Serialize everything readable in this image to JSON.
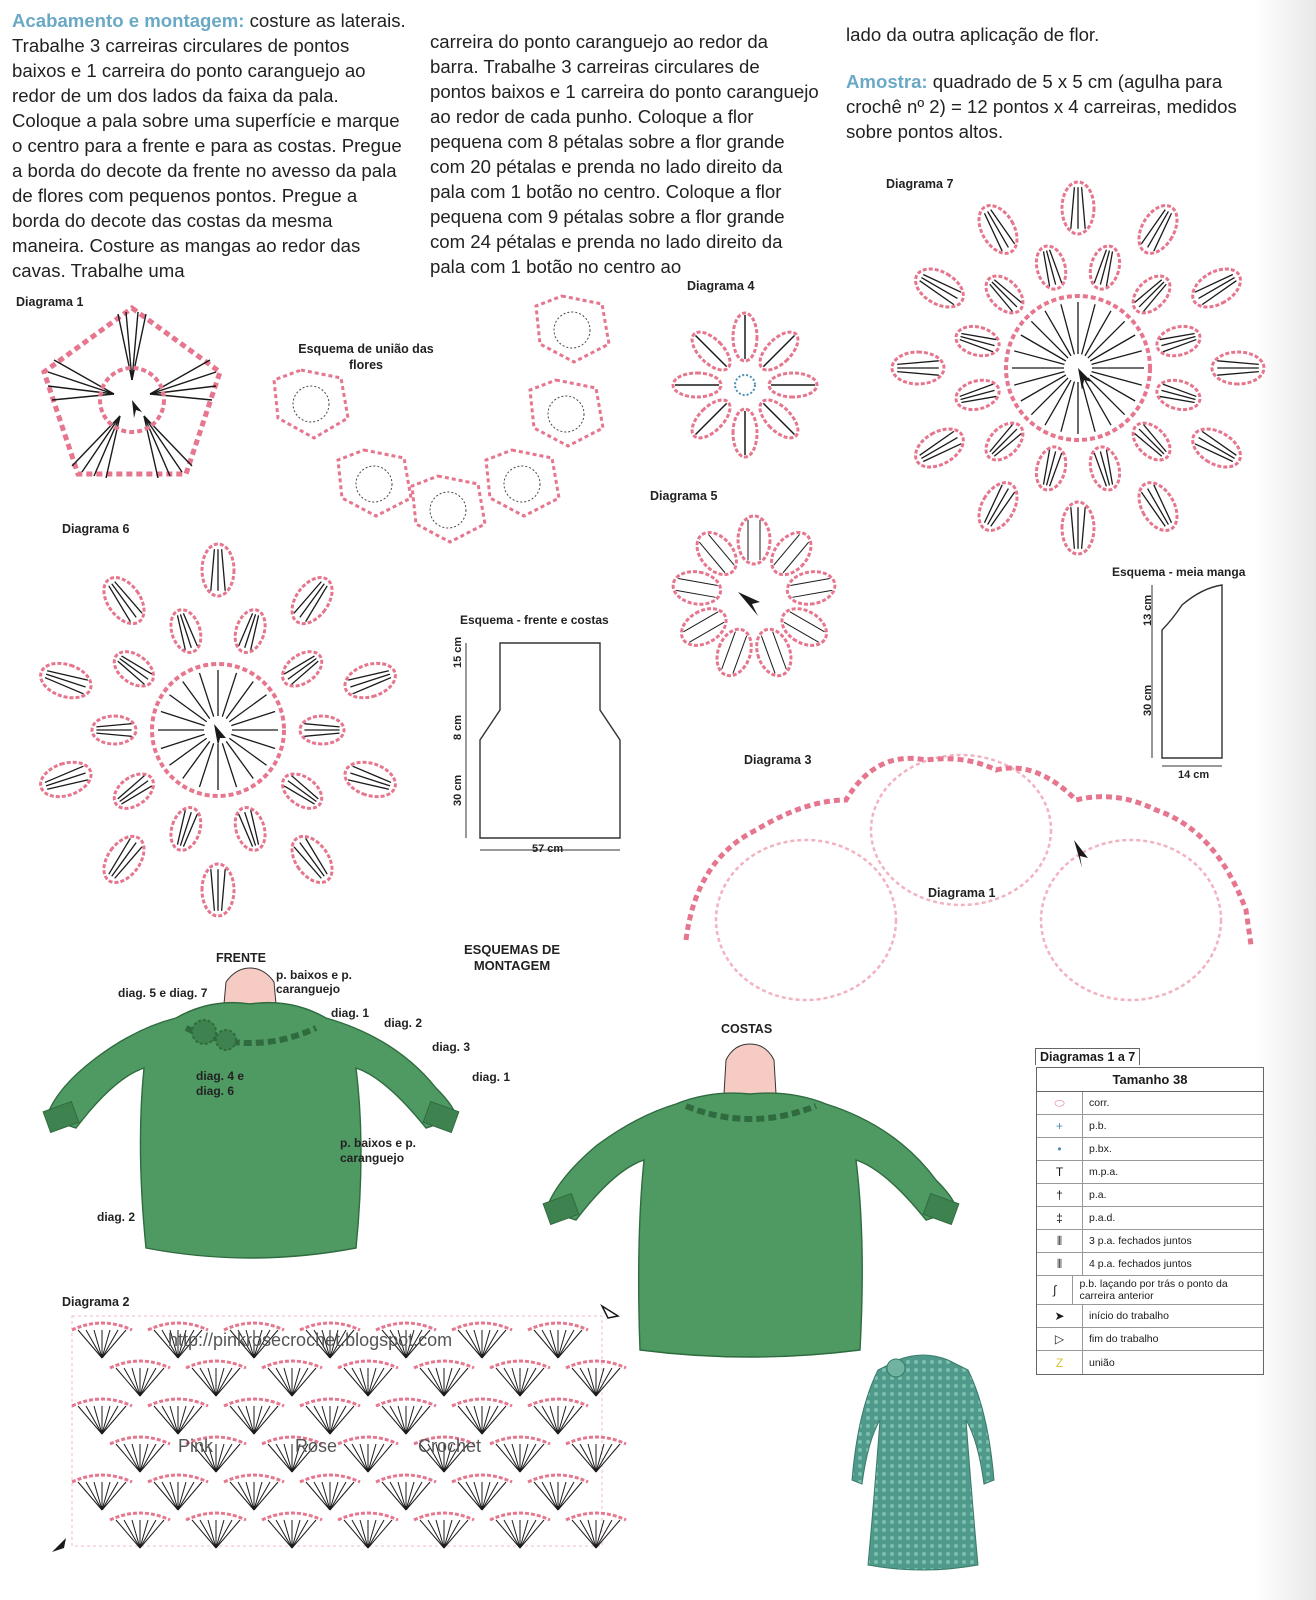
{
  "text": {
    "col1_head": "Acabamento e montagem:",
    "col1_body": " costure as laterais. Trabalhe 3 carreiras circulares de pontos baixos e 1 carreira do ponto caranguejo ao redor de um dos lados da faixa da pala. Coloque a pala sobre uma superfície e marque o centro para a frente e para as costas. Pregue a borda do decote da frente no avesso da pala de flores com pequenos pontos. Pregue a borda do decote das costas da mesma maneira. Costure as mangas ao redor das cavas. Trabalhe uma",
    "col2_body": "carreira do ponto caranguejo ao redor da barra. Trabalhe 3 carreiras circulares de pontos baixos e 1 carreira do ponto caranguejo ao redor de cada punho. Coloque a flor pequena com 8 pétalas sobre a flor grande com 20 pétalas e prenda no lado direito da pala com 1 botão no centro. Coloque a flor pequena com 9 pétalas sobre a flor grande com 24 pétalas e prenda no lado direito da pala com 1 botão no centro ao",
    "col3_body": "lado da outra aplicação de flor.",
    "col3_head": "Amostra:",
    "col3_sample": " quadrado de 5 x 5 cm (agulha para crochê nº 2) = 12 pontos x 4 carreiras, medidos sobre pontos altos."
  },
  "diagrams": {
    "d1": "Diagrama 1",
    "union": "Esquema de união das flores",
    "d4": "Diagrama 4",
    "d7": "Diagrama 7",
    "d5": "Diagrama 5",
    "d6": "Diagrama 6",
    "d3": "Diagrama 3",
    "d3_inner": "Diagrama 1",
    "d2": "Diagrama 2",
    "fc": "Esquema - frente e costas",
    "mm": "Esquema - meia manga",
    "montagem": "ESQUEMAS DE MONTAGEM"
  },
  "dims": {
    "fc_15": "15 cm",
    "fc_8": "8 cm",
    "fc_30": "30 cm",
    "fc_57": "57 cm",
    "mm_13": "13 cm",
    "mm_30": "30 cm",
    "mm_14": "14 cm"
  },
  "figures": {
    "frente": "FRENTE",
    "costas": "COSTAS",
    "a_pbaixos": "p. baixos e p. caranguejo",
    "a_d57": "diag. 5 e diag. 7",
    "a_d1": "diag. 1",
    "a_d2": "diag. 2",
    "a_d3": "diag. 3",
    "a_d1b": "diag. 1",
    "a_d46": "diag. 4 e diag. 6",
    "a_pbaixos2": "p. baixos e p. caranguejo",
    "a_d2b": "diag. 2"
  },
  "watermarks": {
    "url": "http://pinkrosecrochet.blogspot.com",
    "w1": "Pink",
    "w2": "Rose",
    "w3": "Crochet"
  },
  "legend": {
    "title": "Diagramas 1 a 7",
    "size": "Tamanho 38",
    "rows": [
      {
        "sym": "⬭",
        "label": "corr."
      },
      {
        "sym": "+",
        "label": "p.b."
      },
      {
        "sym": "•",
        "label": "p.bx."
      },
      {
        "sym": "T",
        "label": "m.p.a."
      },
      {
        "sym": "†",
        "label": "p.a."
      },
      {
        "sym": "‡",
        "label": "p.a.d."
      },
      {
        "sym": "⦀",
        "label": "3 p.a. fechados juntos"
      },
      {
        "sym": "⦀",
        "label": "4 p.a. fechados juntos"
      },
      {
        "sym": "∫",
        "label": "p.b. laçando por trás o ponto da carreira anterior"
      },
      {
        "sym": "➤",
        "label": "início do trabalho"
      },
      {
        "sym": "▷",
        "label": "fim do trabalho"
      },
      {
        "sym": "Z",
        "label": "união"
      }
    ]
  },
  "colors": {
    "chain": "#e6768e",
    "chain_light": "#f2b3c1",
    "single": "#4a8fb5",
    "stitch": "#1a1a1a",
    "garment": "#4f9a63",
    "garment_dark": "#2f6b3f",
    "skin": "#f6cbc4",
    "teal_heading": "#6aa9c6",
    "union": "#d8c23a"
  }
}
